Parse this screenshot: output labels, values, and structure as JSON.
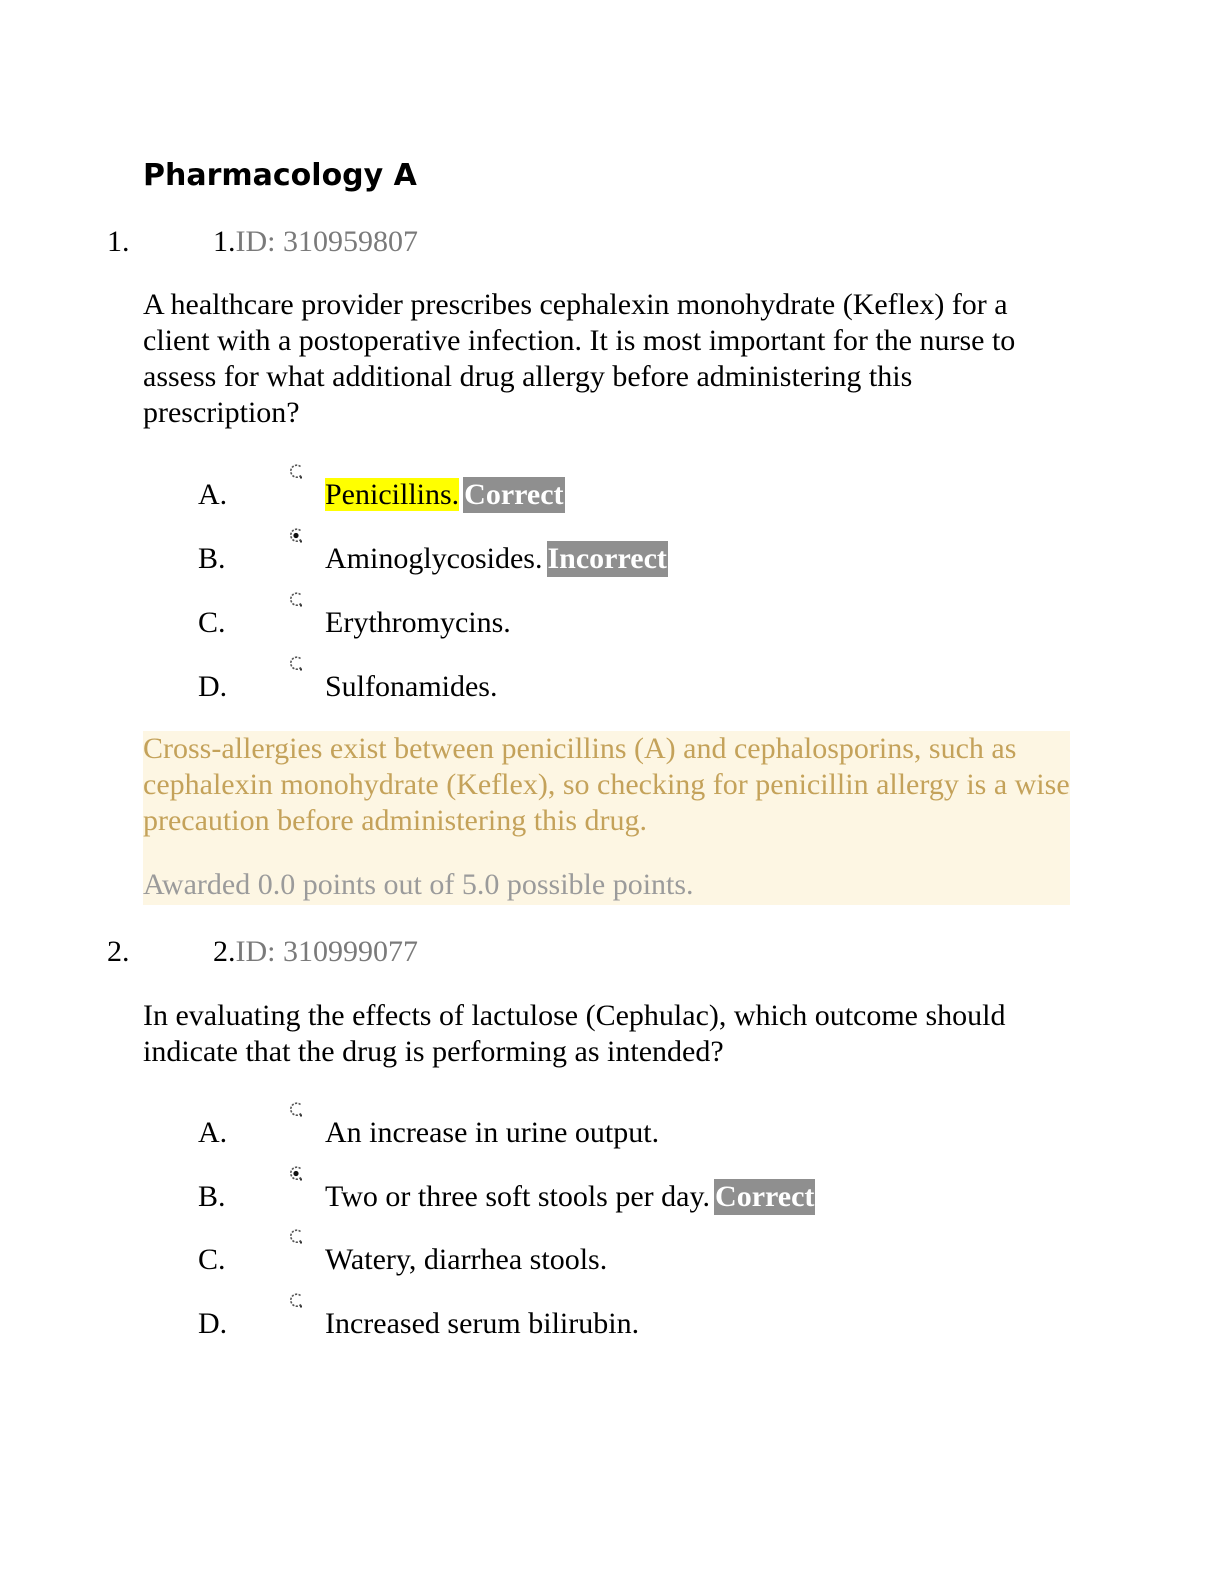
{
  "document": {
    "title": "Pharmacology A"
  },
  "questions": [
    {
      "outer_number": "1.",
      "inner_number": "1.",
      "id_label": "ID: 310959807",
      "text": "A healthcare provider prescribes cephalexin monohydrate (Keflex) for a client with a postoperative infection. It is most important for the nurse to assess for what additional drug allergy before administering this prescription?",
      "options": [
        {
          "letter": "A.",
          "text": "Penicillins.",
          "selected": false,
          "highlight": true,
          "badge": "Correct"
        },
        {
          "letter": "B.",
          "text": "Aminoglycosides.",
          "selected": true,
          "highlight": false,
          "badge": "Incorrect"
        },
        {
          "letter": "C.",
          "text": "Erythromycins.",
          "selected": false,
          "highlight": false,
          "badge": ""
        },
        {
          "letter": "D.",
          "text": "Sulfonamides.",
          "selected": false,
          "highlight": false,
          "badge": ""
        }
      ],
      "rationale": "Cross-allergies exist between penicillins (A) and cephalosporins, such as cephalexin monohydrate (Keflex), so checking for penicillin allergy is a wise precaution before administering this drug.",
      "points": "Awarded 0.0 points out of 5.0 possible points."
    },
    {
      "outer_number": "2.",
      "inner_number": "2.",
      "id_label": "ID: 310999077",
      "text": "In evaluating the effects of lactulose (Cephulac), which outcome should indicate that the drug is performing as intended?",
      "options": [
        {
          "letter": "A.",
          "text": "An increase in urine output.",
          "selected": false,
          "highlight": false,
          "badge": ""
        },
        {
          "letter": "B.",
          "text": "Two or three soft stools per day.",
          "selected": true,
          "highlight": false,
          "badge": "Correct"
        },
        {
          "letter": "C.",
          "text": "Watery, diarrhea stools.",
          "selected": false,
          "highlight": false,
          "badge": ""
        },
        {
          "letter": "D.",
          "text": "Increased serum bilirubin.",
          "selected": false,
          "highlight": false,
          "badge": ""
        }
      ]
    }
  ],
  "colors": {
    "highlight": "#ffff00",
    "badge_bg": "#8f8f8f",
    "rationale_bg": "#fdf6e3",
    "rationale_text": "#c4a25a",
    "id_text": "#7a7a7a",
    "points_text": "#9b9b9b"
  }
}
